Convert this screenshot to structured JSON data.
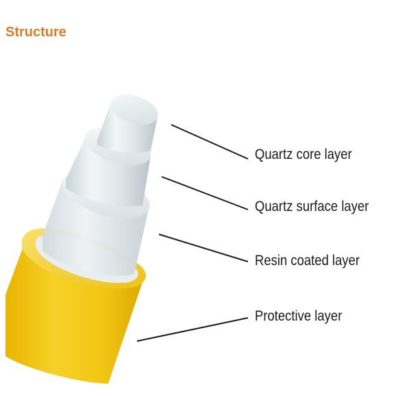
{
  "title": "Structure",
  "colors": {
    "title": "#e07b24",
    "protective_layer": "#f0c419",
    "quartz": "#dfe6ea",
    "leader_line": "#1a1a1a"
  },
  "layers": [
    {
      "label": "Quartz core layer"
    },
    {
      "label": "Quartz surface layer"
    },
    {
      "label": "Resin coated layer"
    },
    {
      "label": "Protective layer"
    }
  ]
}
